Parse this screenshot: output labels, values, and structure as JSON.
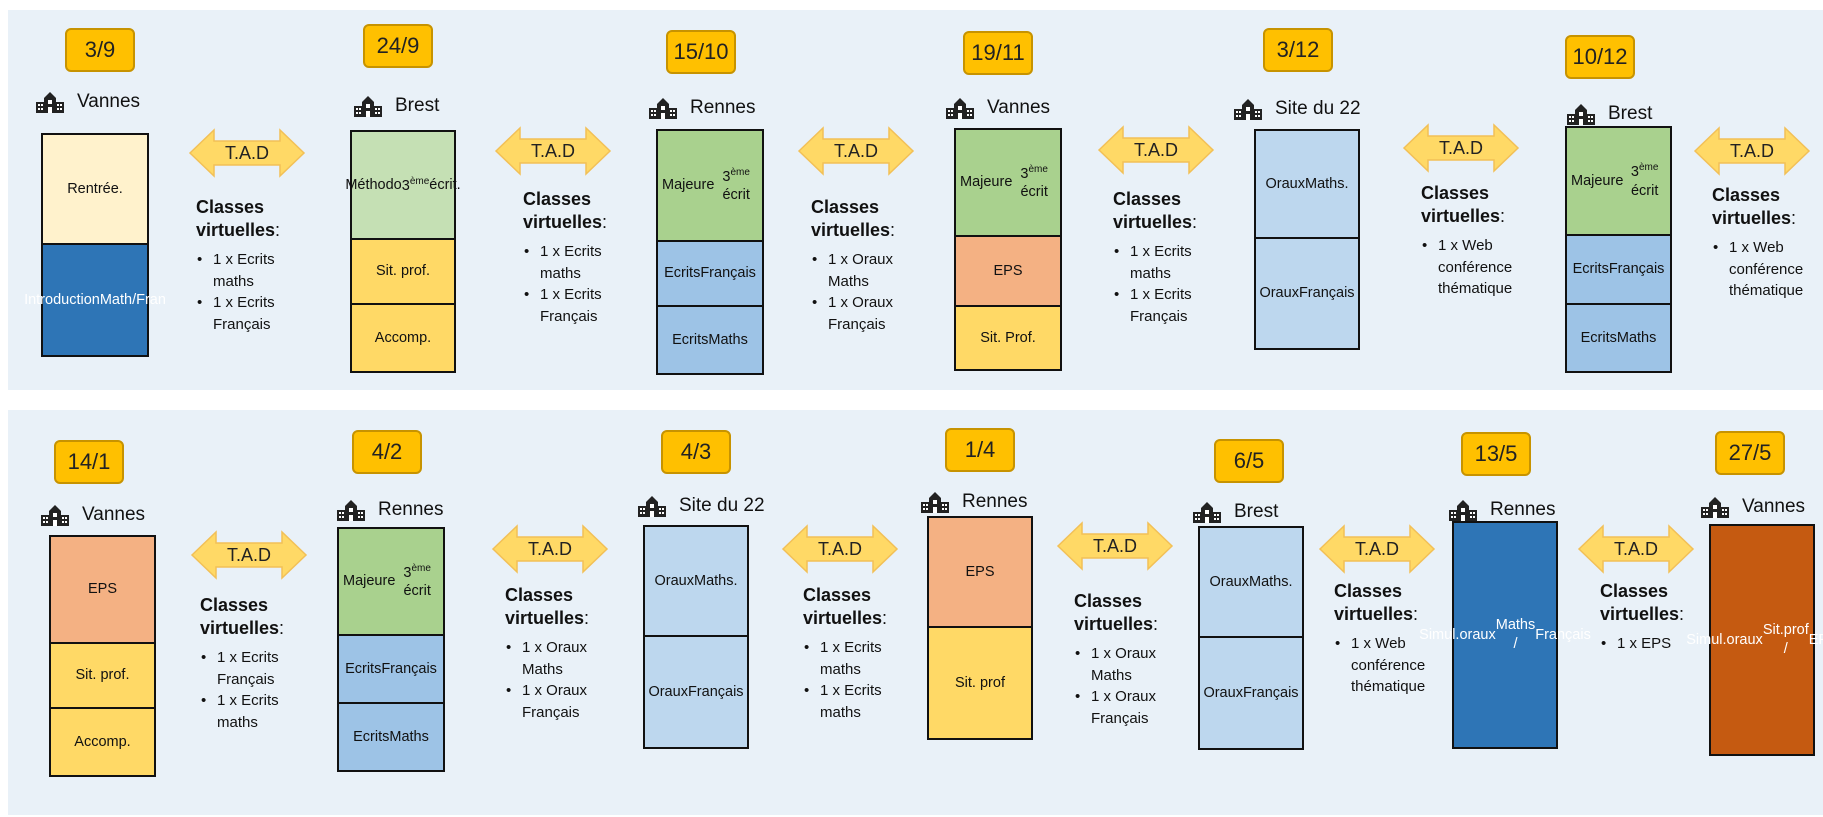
{
  "rows": [
    {
      "sessions": [
        {
          "date": "3/9",
          "site": "Vannes",
          "cells": [
            {
              "lines": [
                "Rentrée."
              ],
              "color": "#fff2cc"
            },
            {
              "lines": [
                "Introduct",
                "ion",
                "Math/Fra",
                "n"
              ],
              "color": "#2e75b6",
              "text_color": "#ffffff"
            }
          ]
        },
        {
          "date": "24/9",
          "site": "Brest",
          "cells": [
            {
              "lines": [
                "Méthodo",
                "3ème",
                "écrit."
              ],
              "color": "#c5e0b4"
            },
            {
              "lines": [
                "Sit. prof."
              ],
              "color": "#ffd966"
            },
            {
              "lines": [
                "Accomp."
              ],
              "color": "#ffd966"
            }
          ]
        },
        {
          "date": "15/10",
          "site": "Rennes",
          "cells": [
            {
              "lines": [
                "Majeure",
                "3ème écrit"
              ],
              "color": "#a9d18e"
            },
            {
              "lines": [
                "Ecrits",
                "Français"
              ],
              "color": "#9dc3e6"
            },
            {
              "lines": [
                "Ecrits",
                "Maths"
              ],
              "color": "#9dc3e6"
            }
          ]
        },
        {
          "date": "19/11",
          "site": "Vannes",
          "cells": [
            {
              "lines": [
                "Majeure",
                "3ème écrit"
              ],
              "color": "#a9d18e"
            },
            {
              "lines": [
                "EPS"
              ],
              "color": "#f4b183"
            },
            {
              "lines": [
                "Sit. Prof."
              ],
              "color": "#ffd966"
            }
          ]
        },
        {
          "date": "3/12",
          "site": "Site du 22",
          "cells": [
            {
              "lines": [
                "Oraux",
                "Maths."
              ],
              "color": "#bdd7ee"
            },
            {
              "lines": [
                "Oraux",
                "Français"
              ],
              "color": "#bdd7ee"
            }
          ]
        },
        {
          "date": "10/12",
          "site": "Brest",
          "cells": [
            {
              "lines": [
                "Majeure",
                "3ème écrit"
              ],
              "color": "#a9d18e"
            },
            {
              "lines": [
                "Ecrits",
                "Français"
              ],
              "color": "#9dc3e6"
            },
            {
              "lines": [
                "Ecrits",
                "Maths"
              ],
              "color": "#9dc3e6"
            }
          ]
        }
      ],
      "between": [
        {
          "tad": "T.A.D",
          "title": "Classes virtuelles",
          "items": [
            "1 x Ecrits maths",
            "1 x Ecrits Français"
          ]
        },
        {
          "tad": "T.A.D",
          "title": "Classes virtuelles",
          "items": [
            "1 x Ecrits maths",
            "1 x Ecrits Français"
          ]
        },
        {
          "tad": "T.A.D",
          "title": "Classes virtuelles",
          "items": [
            "1 x Oraux Maths",
            "1 x Oraux Français"
          ]
        },
        {
          "tad": "T.A.D",
          "title": "Classes virtuelles",
          "items": [
            "1 x Ecrits maths",
            "1 x Ecrits Français"
          ]
        },
        {
          "tad": "T.A.D",
          "title": "Classes virtuelles",
          "items": [
            "1 x Web conférence thématique"
          ]
        },
        {
          "tad": "T.A.D",
          "title": "Classes virtuelles",
          "items": [
            "1 x Web conférence thématique"
          ]
        }
      ]
    },
    {
      "sessions": [
        {
          "date": "14/1",
          "site": "Vannes",
          "cells": [
            {
              "lines": [
                "EPS"
              ],
              "color": "#f4b183"
            },
            {
              "lines": [
                "Sit. prof."
              ],
              "color": "#ffd966"
            },
            {
              "lines": [
                "Accomp."
              ],
              "color": "#ffd966"
            }
          ]
        },
        {
          "date": "4/2",
          "site": "Rennes",
          "cells": [
            {
              "lines": [
                "Majeure",
                "3ème écrit"
              ],
              "color": "#a9d18e"
            },
            {
              "lines": [
                "Ecrits",
                "Français"
              ],
              "color": "#9dc3e6"
            },
            {
              "lines": [
                "Ecrits",
                "Maths"
              ],
              "color": "#9dc3e6"
            }
          ]
        },
        {
          "date": "4/3",
          "site": "Site du 22",
          "cells": [
            {
              "lines": [
                "Oraux",
                "Maths."
              ],
              "color": "#bdd7ee"
            },
            {
              "lines": [
                "Oraux",
                "Français"
              ],
              "color": "#bdd7ee"
            }
          ]
        },
        {
          "date": "1/4",
          "site": "Rennes",
          "cells": [
            {
              "lines": [
                "EPS"
              ],
              "color": "#f4b183"
            },
            {
              "lines": [
                "Sit. prof"
              ],
              "color": "#ffd966"
            }
          ]
        },
        {
          "date": "6/5",
          "site": "Brest",
          "cells": [
            {
              "lines": [
                "Oraux",
                "Maths."
              ],
              "color": "#bdd7ee"
            },
            {
              "lines": [
                "Oraux",
                "Français"
              ],
              "color": "#bdd7ee"
            }
          ]
        },
        {
          "date": "13/5",
          "site": "Rennes",
          "cells": [
            {
              "lines": [
                "Simul.",
                "oraux",
                "Maths /",
                "Français"
              ],
              "color": "#2e75b6",
              "text_color": "#ffffff"
            }
          ]
        },
        {
          "date": "27/5",
          "site": "Vannes",
          "cells": [
            {
              "lines": [
                "Simul.",
                "oraux",
                "Sit.prof /",
                "EPS"
              ],
              "color": "#c55a11",
              "text_color": "#ffffff"
            }
          ]
        }
      ],
      "between": [
        {
          "tad": "T.A.D",
          "title": "Classes virtuelles",
          "items": [
            "1 x Ecrits Français",
            "1 x Ecrits maths"
          ]
        },
        {
          "tad": "T.A.D",
          "title": "Classes virtuelles",
          "items": [
            "1 x Oraux Maths",
            "1 x Oraux Français"
          ]
        },
        {
          "tad": "T.A.D",
          "title": "Classes virtuelles",
          "items": [
            "1 x Ecrits maths",
            "1 x Ecrits maths"
          ]
        },
        {
          "tad": "T.A.D",
          "title": "Classes virtuelles",
          "items": [
            "1 x Oraux Maths",
            "1 x Oraux Français"
          ]
        },
        {
          "tad": "T.A.D",
          "title": "Classes virtuelles",
          "items": [
            "1 x Web conférence thématique"
          ]
        },
        {
          "tad": "T.A.D",
          "title": "Classes virtuelles",
          "items": [
            "1 x EPS"
          ]
        }
      ]
    }
  ],
  "colors": {
    "date_fill": "#ffc000",
    "arrow_fill": "#ffd966",
    "band_fill": "#e9f1f8"
  },
  "icons": {
    "site": "school-building-icon",
    "tad": "double-arrow-icon"
  }
}
